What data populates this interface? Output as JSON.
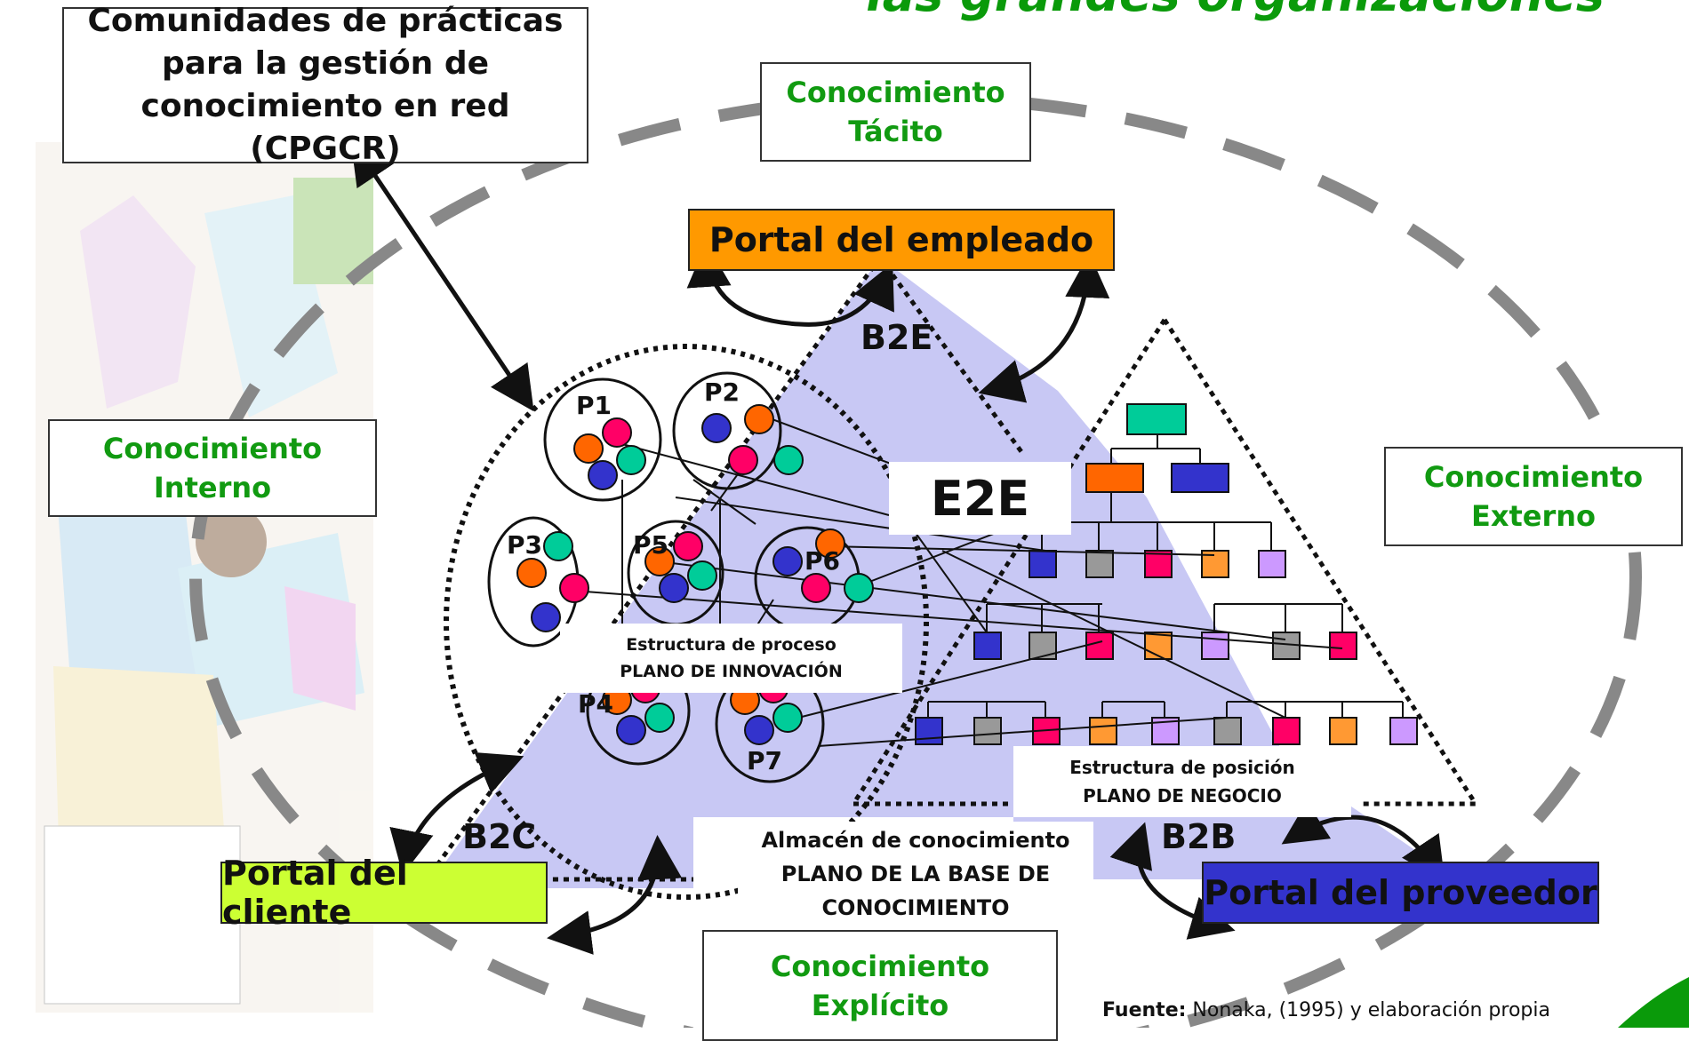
{
  "heading": "las grandes organizaciones",
  "cpgcr_title": [
    "Comunidades de prácticas",
    "para la gestión de",
    "conocimiento en red (CPGCR)"
  ],
  "knowledge_boxes": {
    "tacit": [
      "Conocimiento",
      "Tácito"
    ],
    "internal": [
      "Conocimiento",
      "Interno"
    ],
    "external": [
      "Conocimiento",
      "Externo"
    ],
    "explicit": [
      "Conocimiento",
      "Explícito"
    ]
  },
  "portals": {
    "employee": {
      "label": "Portal del empleado",
      "color": "#ff9900"
    },
    "client": {
      "label": "Portal del cliente",
      "color": "#ccff33"
    },
    "provider": {
      "label": "Portal del proveedor",
      "color": "#3333cc"
    }
  },
  "relations": {
    "b2e": "B2E",
    "b2c": "B2C",
    "b2b": "B2B",
    "e2e": "E2E"
  },
  "groups": [
    "P1",
    "P2",
    "P3",
    "P4",
    "P5",
    "P6",
    "P7"
  ],
  "planes": {
    "innovation": [
      "Estructura de proceso",
      "PLANO DE INNOVACIÓN"
    ],
    "business": [
      "Estructura de posición",
      "PLANO DE NEGOCIO"
    ],
    "knowledge_base": [
      "Almacén de conocimiento",
      "PLANO DE LA BASE DE",
      "CONOCIMIENTO"
    ]
  },
  "source": {
    "bold": "Fuente:",
    "text": " Nonaka, (1995) y elaboración propia"
  },
  "colors": {
    "triangle_fill": "#c8c8f4",
    "dashed_ellipse": "#888888",
    "node_colors": [
      "#ff6600",
      "#3333cc",
      "#999999",
      "#ff0066",
      "#ff9933",
      "#cc99ff",
      "#00cc99"
    ],
    "title_green": "#119a11"
  }
}
